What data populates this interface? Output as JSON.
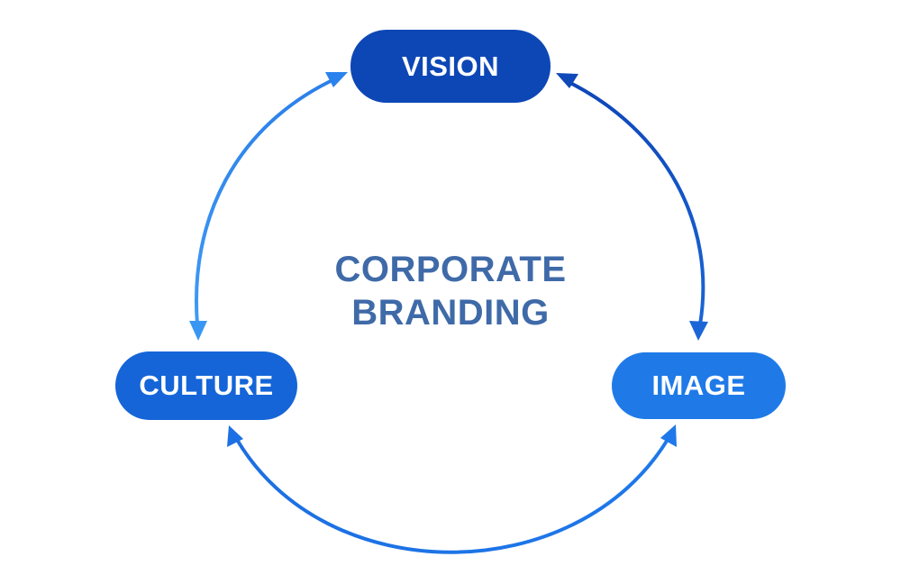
{
  "diagram": {
    "center": {
      "line1": "CORPORATE",
      "line2": "BRANDING",
      "color": "#3f6aa8"
    },
    "nodes": {
      "vision": {
        "label": "VISION",
        "color": "#0d47b5"
      },
      "culture": {
        "label": "CULTURE",
        "color": "#1565d8"
      },
      "image": {
        "label": "IMAGE",
        "color": "#1f7ae8"
      }
    },
    "arrows": {
      "vision_culture": {
        "style": "bidirectional",
        "color": "#2a8af2"
      },
      "vision_image": {
        "style": "bidirectional",
        "color": "#1454c8"
      },
      "culture_image": {
        "style": "bidirectional",
        "color": "#1a72e6"
      }
    }
  }
}
